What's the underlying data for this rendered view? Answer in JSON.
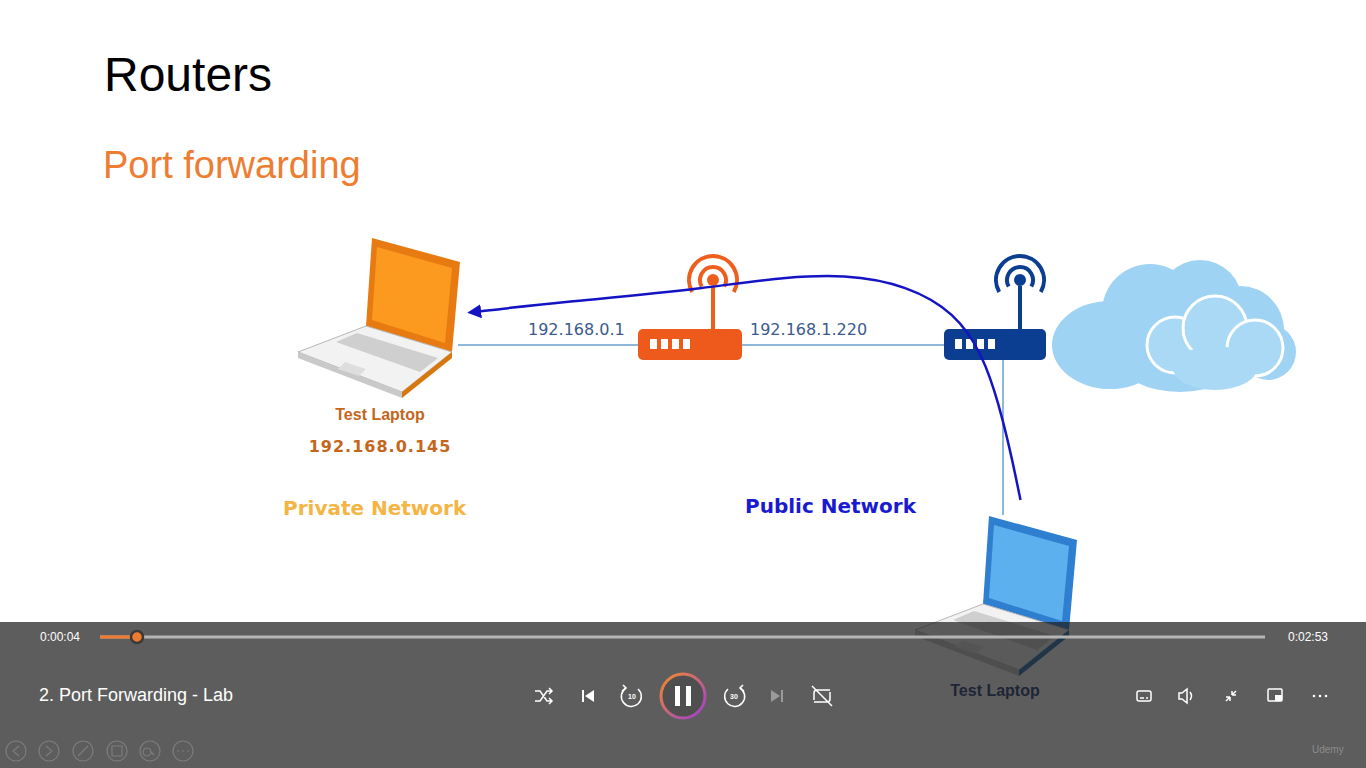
{
  "diagram": {
    "title": "Routers",
    "nodes": [
      {
        "text": [
          "Test Laptop",
          "192.168.0.145"
        ]
      },
      {
        "text": [
          "Test Laptop"
        ]
      }
    ],
    "edges": [
      {
        "from": 1,
        "to": 0,
        "arrow": "to"
      }
    ],
    "labels": [
      "Port forwarding",
      "192.168.0.1",
      "192.168.1.220",
      "Private Network",
      "Public Network",
      "0:00:04",
      "0:02:53",
      "2. Port Forwarding - Lab",
      "10",
      "30",
      "Udemy"
    ]
  }
}
